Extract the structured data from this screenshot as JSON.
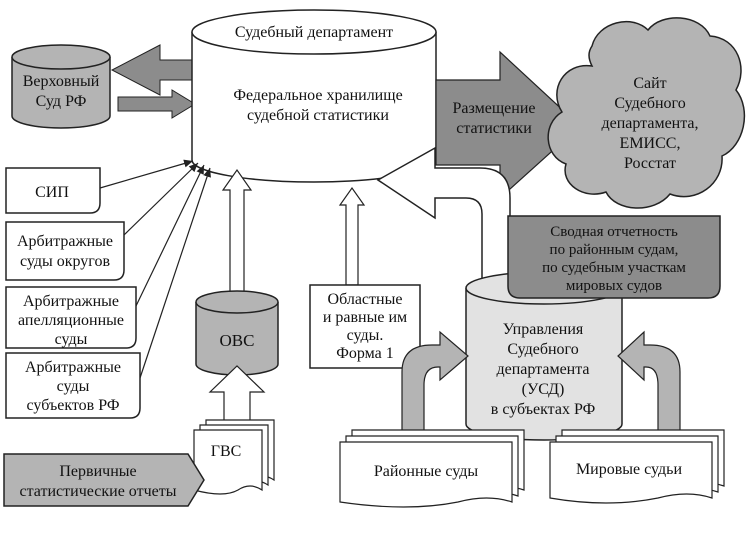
{
  "nodes": {
    "federal_title": "Судебный департамент",
    "federal_line1": "Федеральное хранилище",
    "federal_line2": "судебной статистики",
    "supreme_line1": "Верховный",
    "supreme_line2": "Суд РФ",
    "placement_line1": "Размещение",
    "placement_line2": "статистики",
    "site_line1": "Сайт",
    "site_line2": "Судебного",
    "site_line3": "департамента,",
    "site_line4": "ЕМИСС,",
    "site_line5": "Росстат",
    "summary_line1": "Сводная отчетность",
    "summary_line2": "по районным судам,",
    "summary_line3": "по судебным участкам",
    "summary_line4": "мировых судов",
    "sip": "СИП",
    "arb_okrug_line1": "Арбитражные",
    "arb_okrug_line2": "суды округов",
    "arb_appeal_line1": "Арбитражные",
    "arb_appeal_line2": "апелляционные",
    "arb_appeal_line3": "суды",
    "arb_subj_line1": "Арбитражные",
    "arb_subj_line2": "суды",
    "arb_subj_line3": "субъектов РФ",
    "ovs": "ОВС",
    "gvs": "ГВС",
    "regional_line1": "Областные",
    "regional_line2": "и равные им",
    "regional_line3": "суды.",
    "regional_line4": "Форма 1",
    "usd_line1": "Управления",
    "usd_line2": "Судебного",
    "usd_line3": "департамента",
    "usd_line4": "(УСД)",
    "usd_line5": "в субъектах РФ",
    "district_courts": "Районные суды",
    "magistrate_courts": "Мировые судьи",
    "primary_line1": "Первичные",
    "primary_line2": "статистические отчеты"
  },
  "colors": {
    "dark_fill": "#8c8c8c",
    "medium_fill": "#b4b4b4",
    "light_fill": "#e2e2e2",
    "white_fill": "#ffffff",
    "stroke": "#222222"
  }
}
